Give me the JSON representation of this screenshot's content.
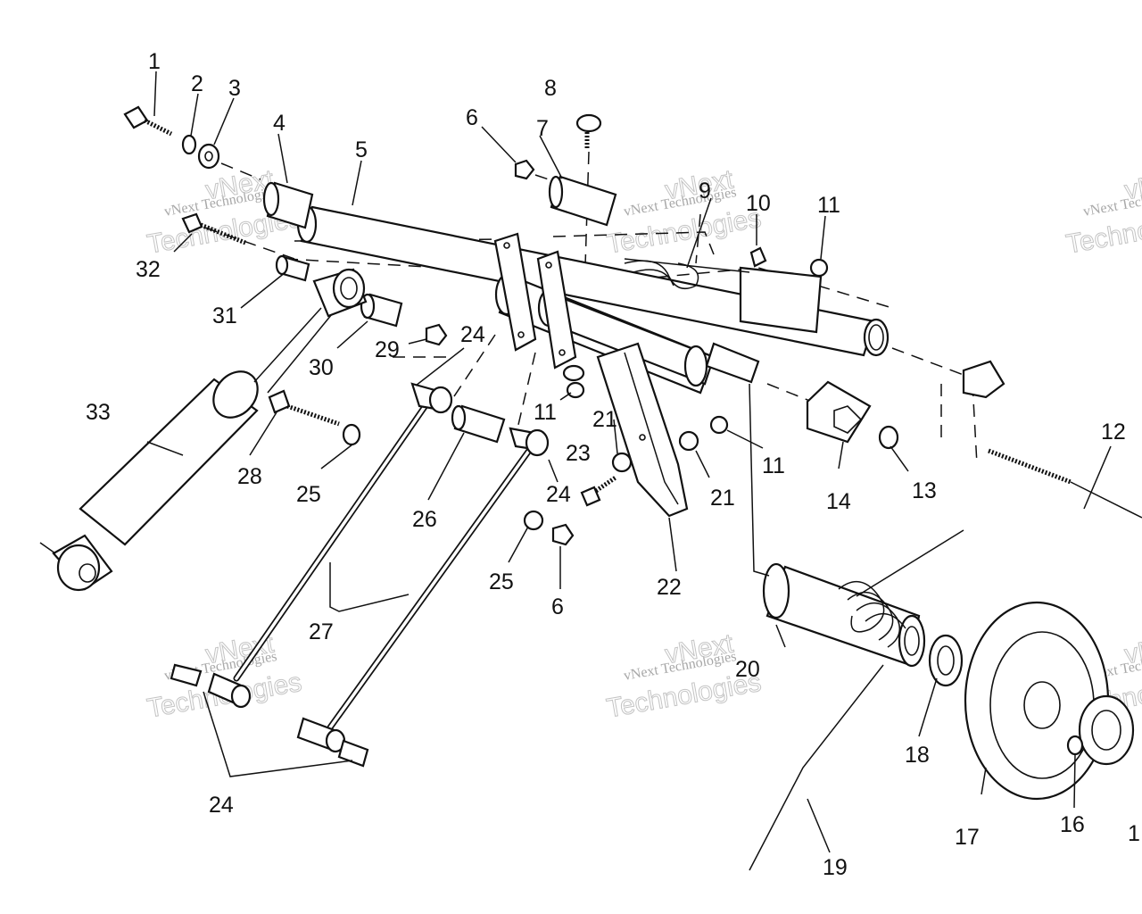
{
  "watermark": {
    "line1": "vNext Technologies",
    "line2": "vNext",
    "line3": "Technologies"
  },
  "callouts": {
    "c1": "1",
    "c2": "2",
    "c3": "3",
    "c4": "4",
    "c5": "5",
    "c6a": "6",
    "c7": "7",
    "c8": "8",
    "c9": "9",
    "c10": "10",
    "c11a": "11",
    "c32": "32",
    "c31": "31",
    "c30": "30",
    "c29": "29",
    "c24a": "24",
    "c11b": "11",
    "c21a": "21",
    "c33": "33",
    "c28": "28",
    "c25a": "25",
    "c26": "26",
    "c23": "23",
    "c24b": "24",
    "c21b": "21",
    "c11c": "11",
    "c14": "14",
    "c13": "13",
    "c12": "12",
    "c25b": "25",
    "c6b": "6",
    "c22": "22",
    "c27": "27",
    "c20": "20",
    "c18": "18",
    "c17": "17",
    "c16": "16",
    "c15": "1",
    "c19": "19",
    "c24c": "24"
  }
}
